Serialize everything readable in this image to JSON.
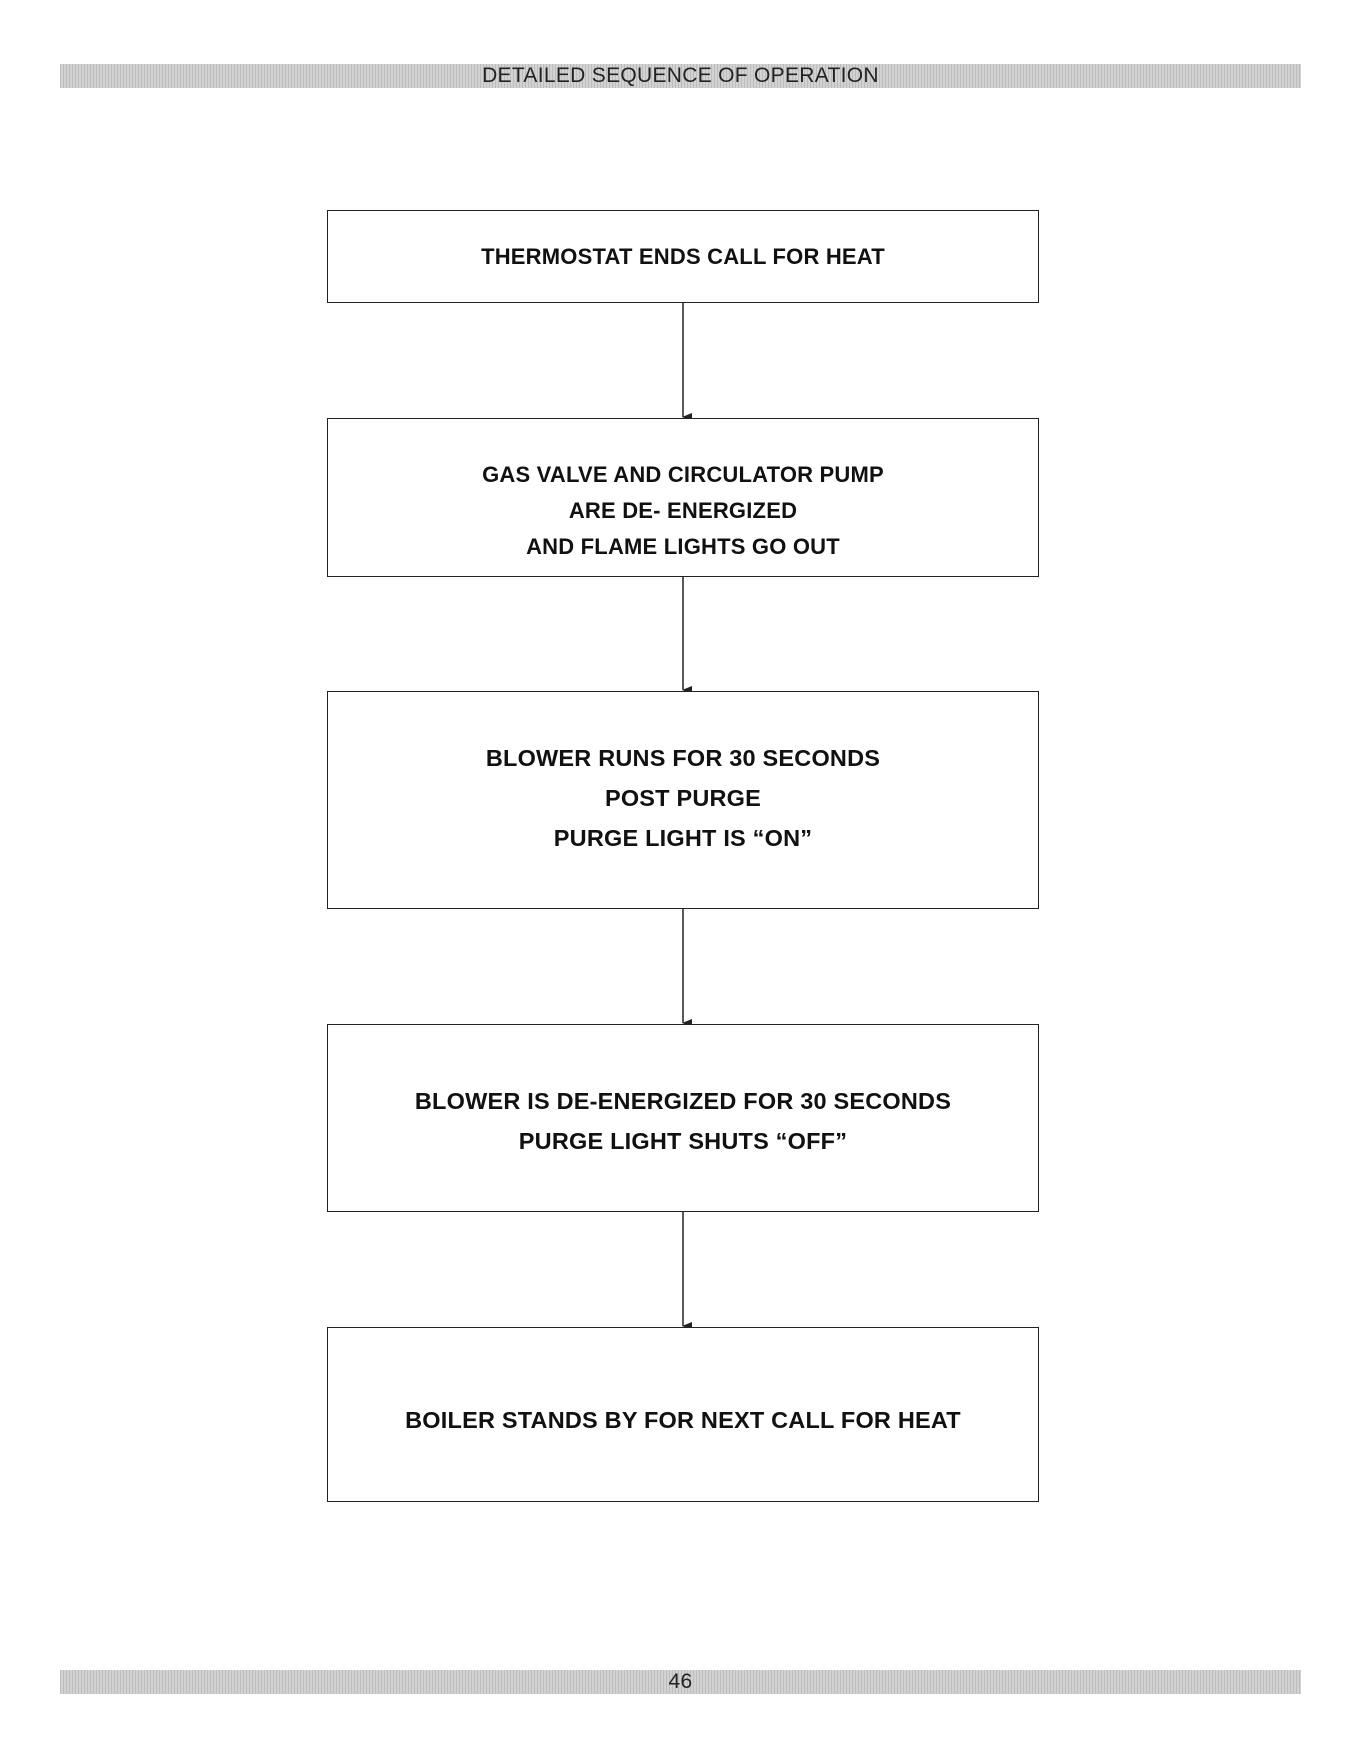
{
  "header": {
    "title": "DETAILED SEQUENCE OF OPERATION"
  },
  "flowchart": {
    "steps": [
      {
        "lines": [
          "THERMOSTAT ENDS CALL FOR HEAT"
        ]
      },
      {
        "lines": [
          "GAS VALVE AND CIRCULATOR PUMP",
          "ARE DE- ENERGIZED",
          "AND FLAME LIGHTS GO OUT"
        ]
      },
      {
        "lines": [
          "BLOWER RUNS FOR 30 SECONDS",
          "POST PURGE",
          "PURGE LIGHT IS “ON”"
        ]
      },
      {
        "lines": [
          "BLOWER IS DE-ENERGIZED FOR 30 SECONDS",
          "PURGE LIGHT SHUTS “OFF”"
        ]
      },
      {
        "lines": [
          "BOILER STANDS BY FOR NEXT CALL FOR HEAT"
        ]
      }
    ]
  },
  "footer": {
    "page_number": "46"
  }
}
